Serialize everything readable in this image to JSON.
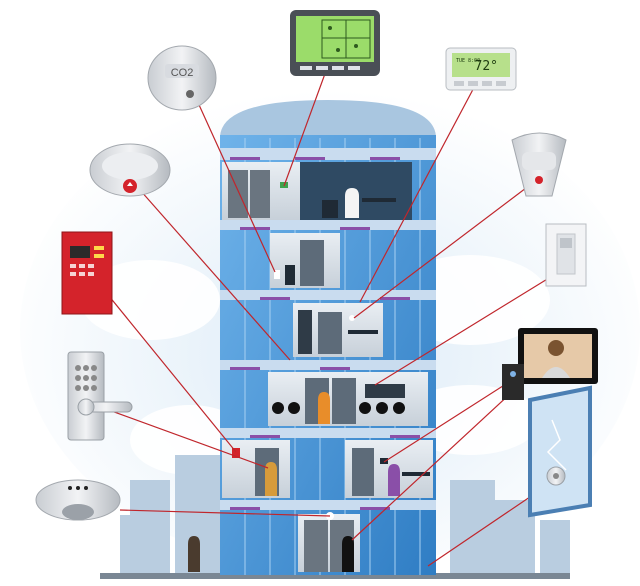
{
  "devices": {
    "co2_detector": {
      "label": "CO2",
      "icon": "co2-detector-icon"
    },
    "thermostat": {
      "reading": "72°",
      "small_text": "TUE 8:00",
      "icon": "thermostat-icon"
    },
    "touch_panel": {
      "icon": "floor-plan-panel-icon"
    },
    "smoke_detector": {
      "icon": "smoke-detector-icon"
    },
    "fire_alarm_panel": {
      "icon": "fire-alarm-panel-icon"
    },
    "keypad_lock": {
      "icon": "keypad-lock-icon"
    },
    "occupancy_sensor": {
      "icon": "occupancy-sensor-icon"
    },
    "motion_sensor": {
      "icon": "motion-sensor-icon"
    },
    "light_switch": {
      "icon": "light-switch-icon"
    },
    "video_intercom": {
      "icon": "video-intercom-icon"
    },
    "glass_break_sensor": {
      "icon": "glass-break-sensor-icon"
    }
  },
  "colors": {
    "link_line": "#c0262c",
    "glass": "#3d8fd6",
    "floor_band": "#c9dcef",
    "purple_trim": "#8a4fa8",
    "fire_red": "#d4232b"
  }
}
